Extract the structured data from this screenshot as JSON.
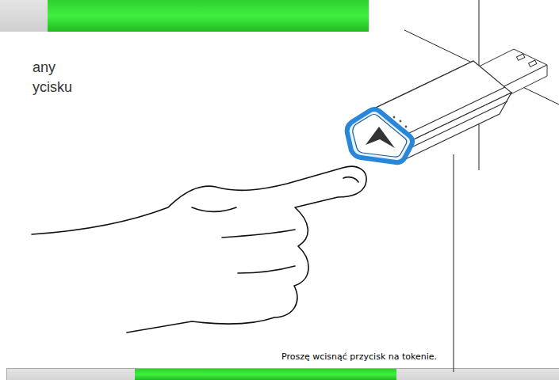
{
  "diagram": {
    "labels": [
      "any",
      "ycisku",
      "Proszę wcisnąć przycisk na tokenie."
    ]
  }
}
